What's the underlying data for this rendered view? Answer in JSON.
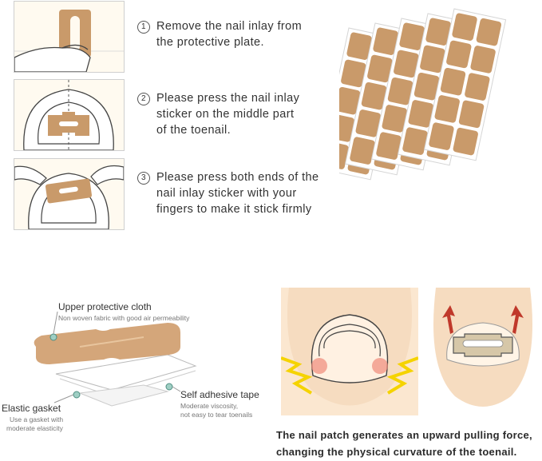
{
  "steps": [
    {
      "number": "1",
      "line1": "Remove the nail inlay from",
      "line2": "the protective plate.",
      "line3": ""
    },
    {
      "number": "2",
      "line1": "Please press the nail inlay",
      "line2": "sticker on the middle part",
      "line3": "of the toenail."
    },
    {
      "number": "3",
      "line1": "Please press both ends of the",
      "line2": "nail inlay sticker with your",
      "line3": "fingers to make it stick firmly"
    }
  ],
  "layers": {
    "upper": {
      "title": "Upper protective cloth",
      "desc": "Non woven fabric with good air permeability"
    },
    "adhesive": {
      "title": "Self adhesive tape",
      "desc1": "Moderate viscosity,",
      "desc2": "not easy to tear toenails"
    },
    "gasket": {
      "title": "Elastic gasket",
      "desc1": "Use a gasket with",
      "desc2": "moderate elasticity"
    }
  },
  "caption": {
    "line1": "The nail patch generates an upward pulling force,",
    "line2": "changing the physical curvature of the toenail."
  },
  "colors": {
    "patch": "#c99a6a",
    "patch_dark": "#b5865a",
    "skin": "#f6dcc0",
    "arrow": "#c0392b",
    "spark": "#f5d300"
  }
}
